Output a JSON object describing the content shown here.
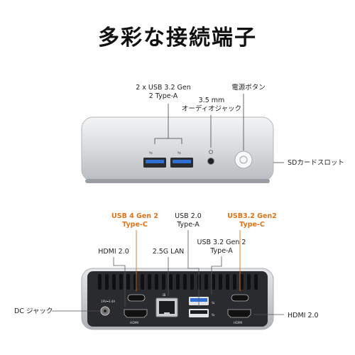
{
  "title": "多彩な接続端子",
  "front_labels": {
    "usb_a_line1": "2 x USB 3.2 Gen",
    "usb_a_line2": "2 Type-A",
    "audio_line1": "3.5 mm",
    "audio_line2": "オーディオジャック",
    "power": "電源ボタン",
    "sd": "SDカードスロット"
  },
  "rear_labels": {
    "usb4_line1": "USB 4 Gen 2",
    "usb4_line2": "Type-C",
    "usb20_line1": "USB 2.0",
    "usb20_line2": "Type-A",
    "usb32c_line1": "USB3.2 Gen2",
    "usb32c_line2": "Type-C",
    "hdmi_left": "HDMI 2.0",
    "lan": "2.5G LAN",
    "usb32a_line1": "USB 3.2 Gen 2",
    "usb32a_line2": "Type-A",
    "dc": "DC ジャック",
    "hdmi_right": "HDMI 2.0"
  },
  "device_markings": {
    "hdmi": "HDMI",
    "dc_rating": "19V⎓3.4A"
  },
  "colors": {
    "accent_orange": "#e0731a",
    "usb3_blue": "#2f6fd6",
    "chassis_silver": "#d8dadd",
    "panel_dark": "#2a2b2e"
  }
}
